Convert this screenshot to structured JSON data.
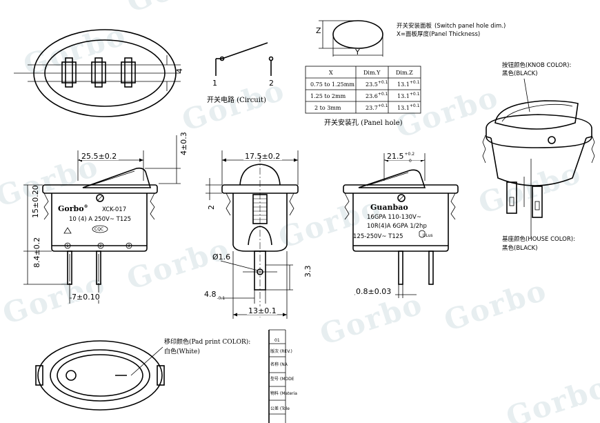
{
  "watermark": "Gorbo",
  "watermark_mark": "®",
  "panel_hole": {
    "title_cn": "开关安装面板",
    "title_en": "(Switch panel hole dim.)",
    "note": "X=面板厚度(Panel Thickness)",
    "label_z": "Z",
    "label_y": "Y",
    "caption": "开关安装孔 (Panel hole)",
    "headers": [
      "X",
      "Dim.Y",
      "Dim.Z"
    ],
    "rows": [
      {
        "x": "0.75 to 1.25mm",
        "y": "23.5",
        "y_tol": "+0.1",
        "z": "13.1",
        "z_tol": "+0.1"
      },
      {
        "x": "1.25 to 2mm",
        "y": "23.6",
        "y_tol": "+0.1",
        "z": "13.1",
        "z_tol": "+0.1"
      },
      {
        "x": "2 to 3mm",
        "y": "23.7",
        "y_tol": "+0.1",
        "z": "13.1",
        "z_tol": "+0.1"
      }
    ]
  },
  "circuit": {
    "label_1": "1",
    "label_2": "2",
    "caption": "开关电路 (Circuit)"
  },
  "top_view": {
    "dim_right": "4"
  },
  "front_view": {
    "dim_width": "25.5±0.2",
    "dim_top": "4±0.3",
    "dim_height": "15±0.20",
    "dim_pin_len": "8.4±0.2",
    "dim_pin_pitch": "7±0.10",
    "brand": "Gorbo",
    "brand_mark": "®",
    "model": "XCK-017",
    "rating": "10 (4) A 250V~ T125",
    "cqc": "CQC",
    "pins": [
      "1",
      "2",
      "3"
    ]
  },
  "side_view": {
    "dim_width": "17.5±0.2",
    "dim_offset": "2",
    "dim_hole": "Ø1.6",
    "dim_tab": "3.3",
    "dim_tab_w": "4.8",
    "dim_tab_w_tol": "-0.1",
    "dim_base": "13±0.1"
  },
  "rear_view": {
    "dim_width": "21.5",
    "dim_width_tol_top": "+0.2",
    "dim_width_tol_bot": "0",
    "brand": "Guanbao",
    "line1": "16GPA 110-130V~",
    "line2": "10R(4)A 6GPA 1/2hp",
    "line3": "125-250V~ T125",
    "ul": "ULus",
    "dim_pin": "0.8±0.03"
  },
  "knob_color": {
    "label": "按钮颜色(KNOB COLOR):",
    "value": "黑色(BLACK)"
  },
  "house_color": {
    "label": "基座颜色(HOUSE COLOR):",
    "value": "黑色(BLACK)"
  },
  "pad_print": {
    "label": "移印颜色(Pad print COLOR):",
    "value": "白色(White)"
  },
  "title_block": {
    "rows": [
      "01",
      "版次 (REV.)",
      "名称 (NA",
      "型号 (MODE",
      "物料 (Materia",
      "公差 (Tole"
    ]
  }
}
